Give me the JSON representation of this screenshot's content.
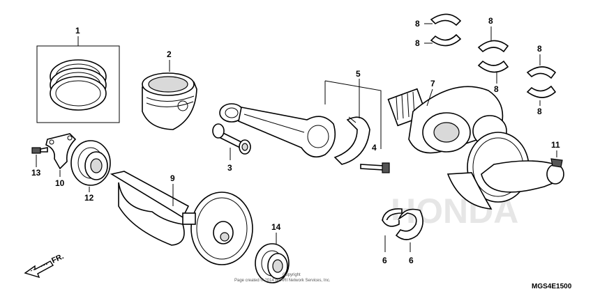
{
  "callouts": {
    "c1": "1",
    "c2": "2",
    "c3": "3",
    "c4": "4",
    "c5": "5",
    "c6a": "6",
    "c6b": "6",
    "c7": "7",
    "c8a": "8",
    "c8b": "8",
    "c8c": "8",
    "c8d": "8",
    "c8e": "8",
    "c8f": "8",
    "c9": "9",
    "c10": "10",
    "c11": "11",
    "c12": "12",
    "c13": "13",
    "c14": "14"
  },
  "direction": {
    "label": "FR."
  },
  "watermark": {
    "text": "HONDA"
  },
  "copyright": {
    "line1": "Copyright",
    "line2": "Page created © 2014 by ARI Network Services, Inc."
  },
  "diagram_code": "MGS4E1500"
}
